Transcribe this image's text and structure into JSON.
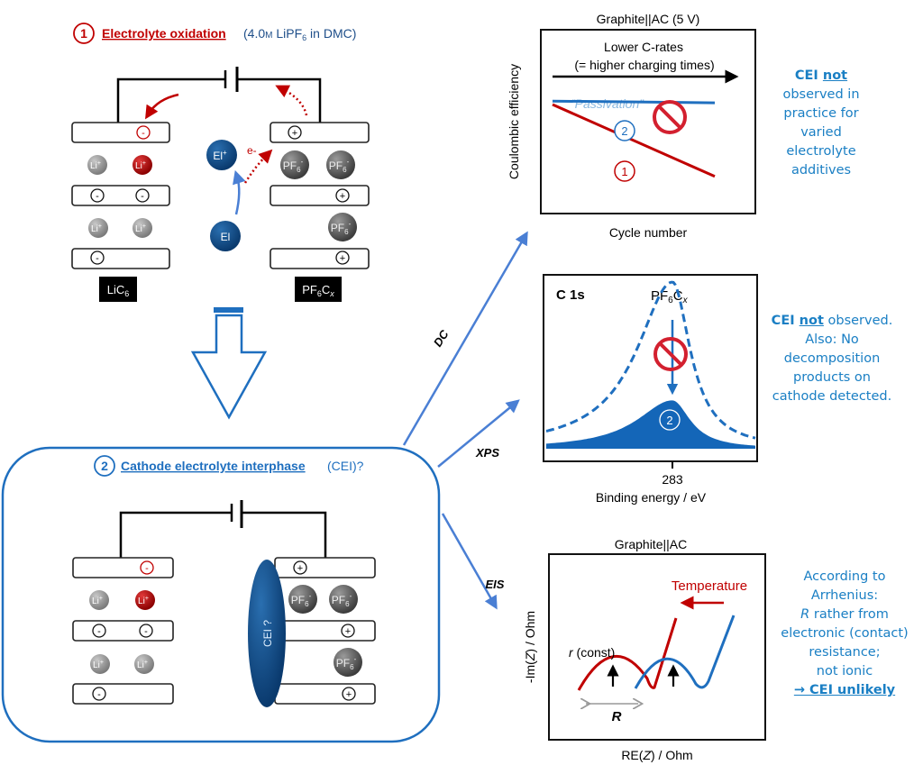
{
  "colors": {
    "red": "#c00000",
    "blue_dark": "#0d4f8b",
    "blue": "#1f6fbf",
    "blue_text": "#1a7fc4",
    "arrow_blue": "#4a7fd4",
    "passivation_blue": "#8ab8e0",
    "grey_ion": "#8c8c8c",
    "pf6_ion": "#555555",
    "black": "#000000"
  },
  "panel1": {
    "number": "1",
    "title": "Electrolyte oxidation",
    "subtitle_prefix": "(4.0",
    "subtitle_unit": "M",
    "subtitle_salt": " LiPF",
    "subtitle_sub": "6",
    "subtitle_suffix": " in DMC)",
    "anode_label": "LiC",
    "anode_label_sub": "6",
    "cathode_label_main": "PF",
    "cathode_label_sub": "6",
    "cathode_label_c": "C",
    "cathode_label_x": "x",
    "el_plus": "El",
    "el_plus_sup": "+",
    "el": "El",
    "electron": "e-",
    "li_ion": "Li",
    "li_sup": "+",
    "pf6": "PF",
    "pf6_sub": "6",
    "pf6_sup": "-",
    "minus": "-",
    "plus": "+"
  },
  "panel2": {
    "number": "2",
    "title": "Cathode electrolyte interphase",
    "suffix": " (CEI)?",
    "cei_label": "CEI ?"
  },
  "arrows": {
    "dc": "DC",
    "xps": "XPS",
    "eis": "EIS"
  },
  "chart_data": [
    {
      "type": "line",
      "title": "Graphite||AC  (5 V)",
      "xlabel": "Cycle number",
      "ylabel": "Coulombic efficiency",
      "annotation_top_1": "Lower C-rates",
      "annotation_top_2": "(= higher charging times)",
      "passivation_label": "“Passivation”",
      "series": [
        {
          "name": "2",
          "color": "#1f6fbf",
          "trend": "flat",
          "values": [
            0.62,
            0.61
          ]
        },
        {
          "name": "1",
          "color": "#c00000",
          "trend": "decreasing",
          "values": [
            0.6,
            0.18
          ]
        }
      ],
      "note_bold": "CEI ",
      "note_underline": "not",
      "note_lines": [
        "observed in",
        "practice for",
        "varied",
        "electrolyte",
        "additives"
      ]
    },
    {
      "type": "area",
      "panel_label": "C 1s",
      "peak_label_main": "PF",
      "peak_label_sub": "6",
      "peak_label_c": "C",
      "peak_label_x": "x",
      "xlabel": "Binding energy / eV",
      "x_ticks": [
        "283"
      ],
      "series": [
        {
          "name": "PF6Cx (expected)",
          "style": "dashed",
          "peak_x": 283,
          "relative_height": 1.0
        },
        {
          "name": "2 (observed)",
          "style": "filled",
          "peak_x": 283,
          "relative_height": 0.29
        }
      ],
      "series_marker": "2",
      "note_bold": "CEI ",
      "note_underline": "not",
      "note_rest": " observed.",
      "note_lines": [
        "Also: No",
        "decomposition",
        "products on",
        "cathode detected."
      ]
    },
    {
      "type": "line",
      "title": "Graphite||AC",
      "xlabel_pre": "RE(",
      "xlabel_var": "Z",
      "xlabel_post": ") / Ohm",
      "ylabel_pre": "-Im(",
      "ylabel_var": "Z",
      "ylabel_post": ") / Ohm",
      "annotation_temperature": "Temperature",
      "annotation_r_var": "r",
      "annotation_r_rest": " (const)",
      "annotation_R": "R",
      "series": [
        {
          "name": "higher temperature",
          "color": "#c00000"
        },
        {
          "name": "lower temperature",
          "color": "#1f6fbf"
        }
      ],
      "note_lines": [
        "According to",
        "Arrhenius:",
        "rather from",
        "electronic (contact)",
        "resistance;",
        "not ionic"
      ],
      "note_R": "R",
      "note_conclusion": "→ CEI unlikely"
    }
  ]
}
